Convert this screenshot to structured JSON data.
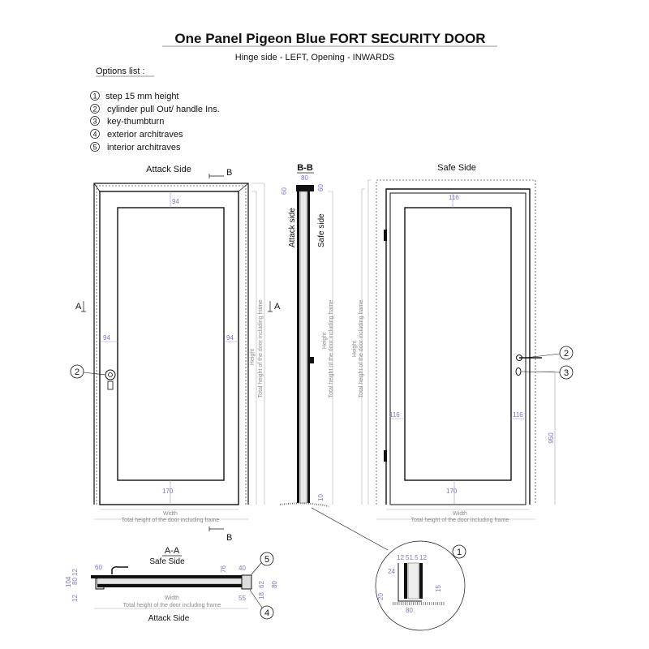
{
  "title": "One Panel Pigeon Blue FORT SECURITY DOOR",
  "subtitle": "Hinge side - LEFT, Opening - INWARDS",
  "options_heading": "Options list :",
  "options": [
    {
      "num": "1",
      "label": "step 15 mm height"
    },
    {
      "num": "2",
      "label": "cylinder pull Out/ handle Ins."
    },
    {
      "num": "3",
      "label": "key-thumbturn"
    },
    {
      "num": "4",
      "label": "exterior architraves"
    },
    {
      "num": "5",
      "label": "interior architraves"
    }
  ],
  "attack_view": {
    "label": "Attack Side",
    "section_b": "B",
    "section_a": "A",
    "dim_top": "94",
    "dim_left": "94",
    "dim_right": "94",
    "dim_bottom": "170",
    "height": "Height",
    "total_height": "Total height of the door including frame",
    "width": "Width",
    "total_width": "Total height of the door including frame",
    "callout": "2"
  },
  "section_bb": {
    "label": "B-B",
    "dim_top": "80",
    "dim_left": "60",
    "dim_right": "60",
    "attack_side": "Attack side",
    "safe_side": "Safe side",
    "height": "Height",
    "total_height": "Total height of the door including frame",
    "dim_bottom": "10"
  },
  "safe_view": {
    "label": "Safe Side",
    "dim_top": "116",
    "dim_left": "116",
    "dim_right": "116",
    "dim_bottom": "170",
    "dim_handle": "950",
    "height": "Height",
    "total_height": "Total height of the door including frame",
    "width": "Width",
    "total_width": "Total height of the door including frame",
    "callout_handle": "2",
    "callout_key": "3"
  },
  "section_aa": {
    "label": "A-A",
    "top_side": "Safe  Side",
    "bottom_side": "Attack Side",
    "dims": {
      "d60": "60",
      "d104": "104",
      "d12a": "12",
      "d80a": "80",
      "d12b": "12",
      "d76": "76",
      "d40": "40",
      "d62": "62",
      "d80b": "80",
      "d18": "18",
      "d55": "55"
    },
    "width": "Width",
    "total_width": "Total height of the door including frame",
    "callout_top": "5",
    "callout_bottom": "4"
  },
  "detail": {
    "callout": "1",
    "d12a": "12",
    "d51": "51.5",
    "d12b": "12",
    "d24": "24",
    "d20": "20",
    "d15": "15",
    "d80": "80"
  }
}
